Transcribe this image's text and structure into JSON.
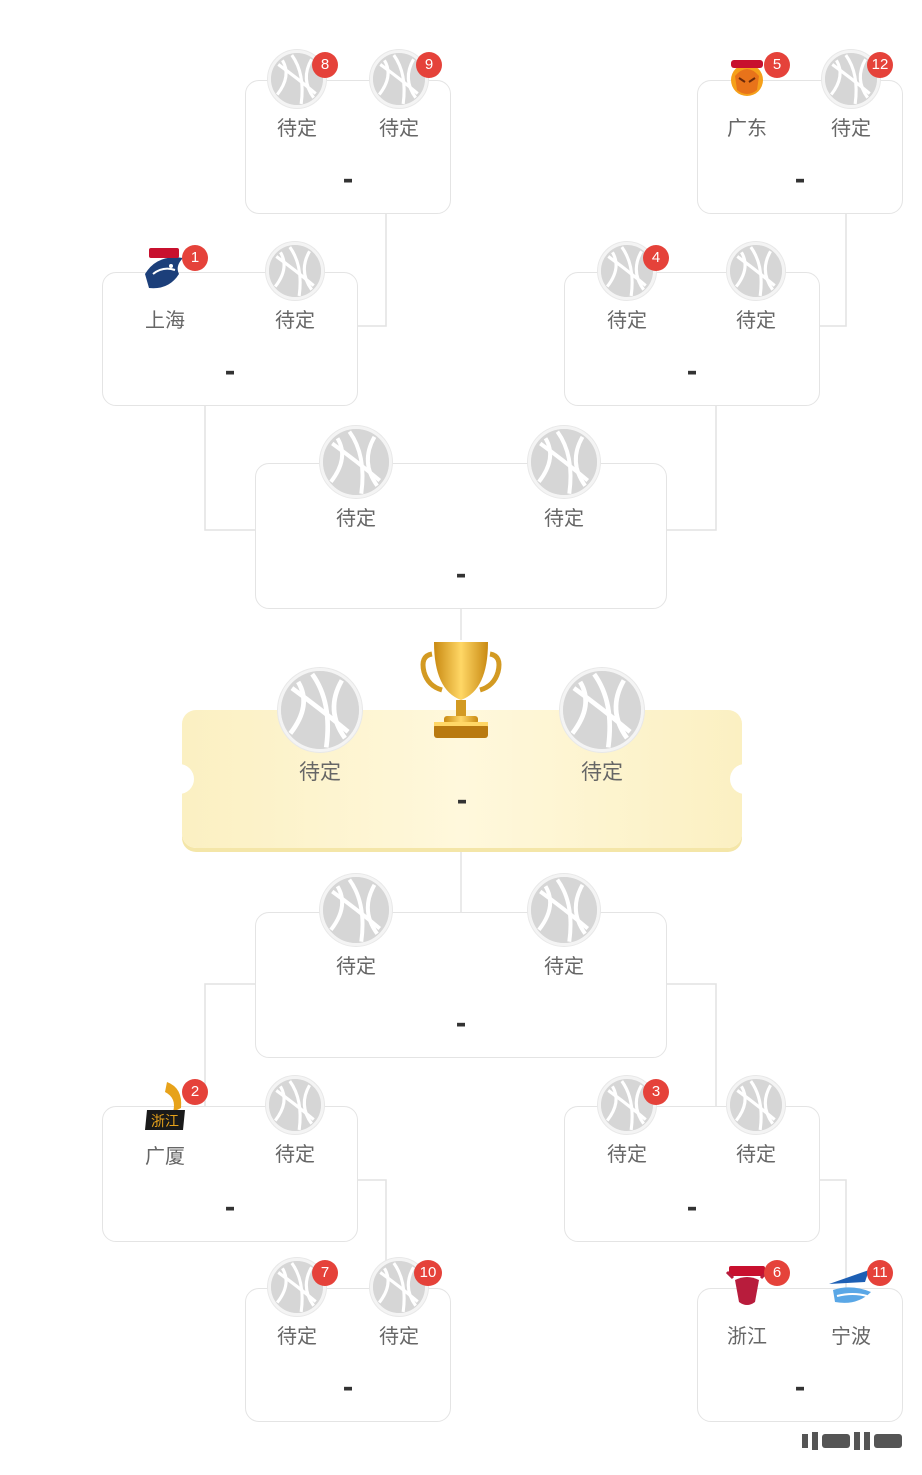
{
  "placeholder_name": "待定",
  "score_placeholder": "-",
  "matches": {
    "top_left_outer": {
      "team1": {
        "name": "待定",
        "seed": "8"
      },
      "team2": {
        "name": "待定",
        "seed": "9"
      },
      "score": "-"
    },
    "top_right_outer": {
      "team1": {
        "name": "广东",
        "seed": "5",
        "logo": "guangdong-tigers-logo"
      },
      "team2": {
        "name": "待定",
        "seed": "12"
      },
      "score": "-"
    },
    "top_left_qf": {
      "team1": {
        "name": "上海",
        "seed": "1",
        "logo": "shanghai-sharks-logo"
      },
      "team2": {
        "name": "待定"
      },
      "score": "-"
    },
    "top_right_qf": {
      "team1": {
        "name": "待定",
        "seed": "4"
      },
      "team2": {
        "name": "待定"
      },
      "score": "-"
    },
    "top_semi": {
      "team1": {
        "name": "待定"
      },
      "team2": {
        "name": "待定"
      },
      "score": "-"
    },
    "final": {
      "team1": {
        "name": "待定"
      },
      "team2": {
        "name": "待定"
      },
      "score": "-",
      "trophy_icon": "trophy-icon"
    },
    "bottom_semi": {
      "team1": {
        "name": "待定"
      },
      "team2": {
        "name": "待定"
      },
      "score": "-"
    },
    "bottom_left_qf": {
      "team1": {
        "name": "广厦",
        "seed": "2",
        "logo": "zhejiang-lions-logo"
      },
      "team2": {
        "name": "待定"
      },
      "score": "-"
    },
    "bottom_right_qf": {
      "team1": {
        "name": "待定",
        "seed": "3"
      },
      "team2": {
        "name": "待定"
      },
      "score": "-"
    },
    "bottom_left_outer": {
      "team1": {
        "name": "待定",
        "seed": "7"
      },
      "team2": {
        "name": "待定",
        "seed": "10"
      },
      "score": "-"
    },
    "bottom_right_outer": {
      "team1": {
        "name": "浙江",
        "seed": "6",
        "logo": "zhejiang-golden-bulls-logo"
      },
      "team2": {
        "name": "宁波",
        "seed": "11",
        "logo": "ningbo-rockets-logo"
      },
      "score": "-"
    }
  },
  "colors": {
    "seed_badge": "#e5423a",
    "final_background": "#fbf0c2",
    "card_border": "#e4e4e4",
    "connector_line": "#e0e0e0"
  }
}
